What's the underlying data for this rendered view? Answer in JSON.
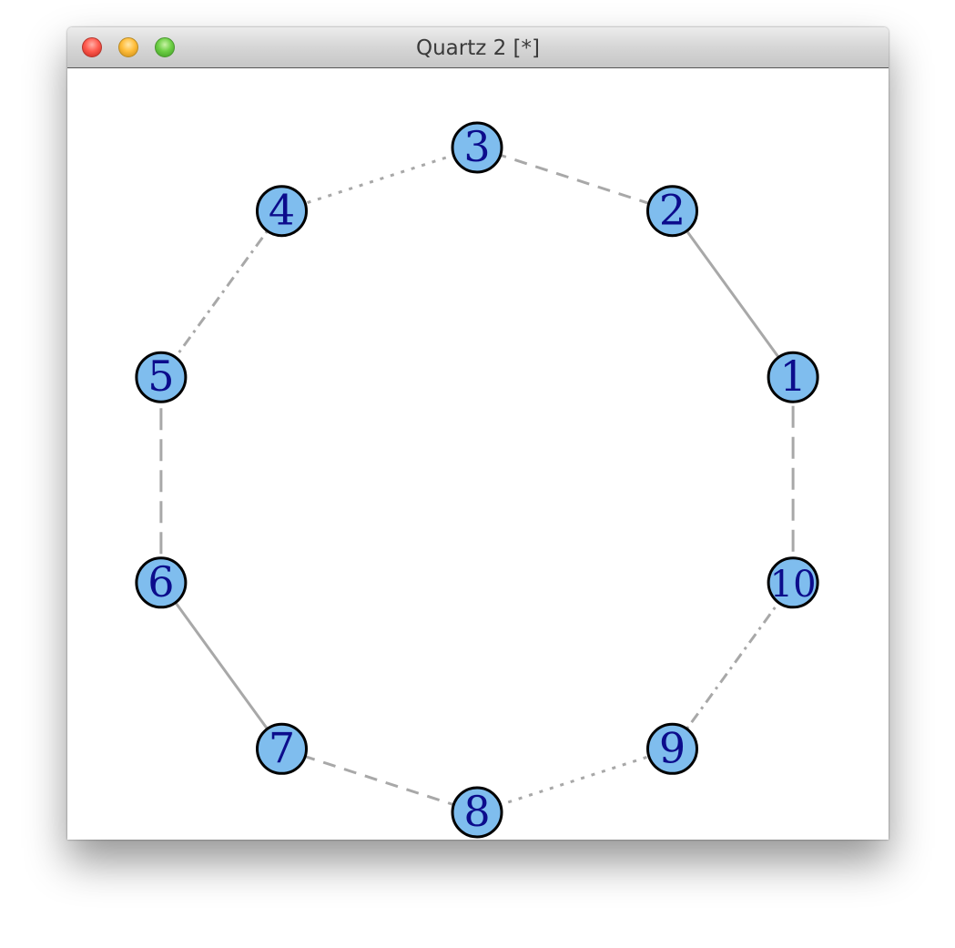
{
  "window": {
    "title": "Quartz 2 [*]"
  },
  "controls": {
    "close": "close-icon",
    "minimize": "minimize-icon",
    "zoom": "zoom-icon"
  },
  "colors": {
    "node_fill": "#7fbdee",
    "node_stroke": "#000000",
    "label": "#0c0c8c",
    "edge": "#a8a8a8"
  },
  "graph": {
    "nodes": [
      {
        "id": 1,
        "label": "1"
      },
      {
        "id": 2,
        "label": "2"
      },
      {
        "id": 3,
        "label": "3"
      },
      {
        "id": 4,
        "label": "4"
      },
      {
        "id": 5,
        "label": "5"
      },
      {
        "id": 6,
        "label": "6"
      },
      {
        "id": 7,
        "label": "7"
      },
      {
        "id": 8,
        "label": "8"
      },
      {
        "id": 9,
        "label": "9"
      },
      {
        "id": 10,
        "label": "10"
      }
    ],
    "edges": [
      {
        "from": 1,
        "to": 2,
        "style": "solid"
      },
      {
        "from": 2,
        "to": 3,
        "style": "dashed"
      },
      {
        "from": 3,
        "to": 4,
        "style": "dotted"
      },
      {
        "from": 4,
        "to": 5,
        "style": "dotdash"
      },
      {
        "from": 5,
        "to": 6,
        "style": "longdash"
      },
      {
        "from": 6,
        "to": 7,
        "style": "solid"
      },
      {
        "from": 7,
        "to": 8,
        "style": "dashed"
      },
      {
        "from": 8,
        "to": 9,
        "style": "dotted"
      },
      {
        "from": 9,
        "to": 10,
        "style": "dotdash"
      },
      {
        "from": 10,
        "to": 1,
        "style": "longdash"
      }
    ]
  }
}
